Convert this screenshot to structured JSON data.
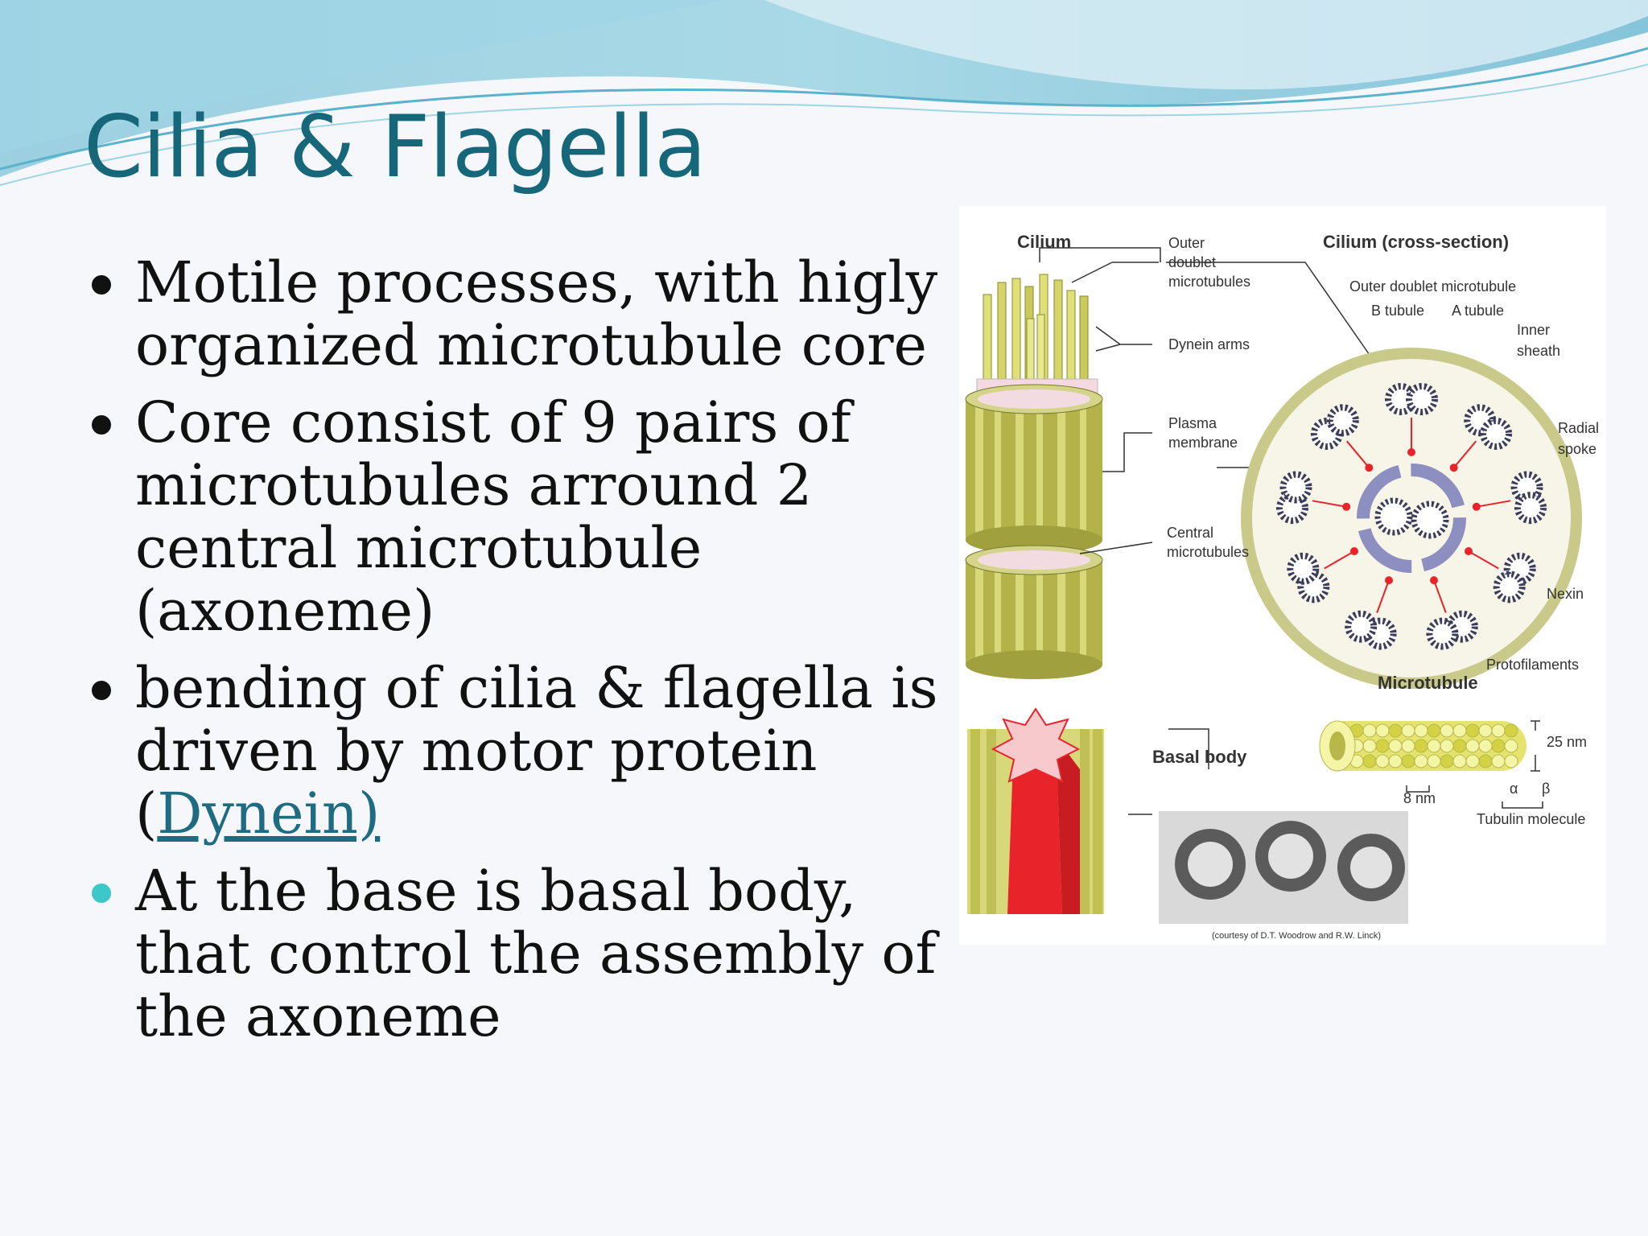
{
  "slide": {
    "title": "Cilia & Flagella",
    "bullets": [
      {
        "text": "Motile processes, with higly organized microtubule core"
      },
      {
        "text": "Core consist of 9 pairs of microtubules arround 2 central microtubule (axoneme)"
      },
      {
        "prefix": "bending of cilia & flagella is driven by motor protein (",
        "link": "Dynein)"
      },
      {
        "text": "At the base is basal body, that control the assembly of the axoneme"
      }
    ]
  },
  "figure": {
    "cilium": "Cilium",
    "outer_doublet": [
      "Outer",
      "doublet",
      "microtubules"
    ],
    "dynein_arms": "Dynein arms",
    "plasma_membrane": [
      "Plasma",
      "membrane"
    ],
    "central_microtubules": [
      "Central",
      "microtubules"
    ],
    "cross_section": "Cilium (cross-section)",
    "outer_doublet_microtubule": "Outer doublet microtubule",
    "b_tubule": "B tubule",
    "a_tubule": "A tubule",
    "inner_sheath": [
      "Inner",
      "sheath"
    ],
    "radial_spoke": [
      "Radial",
      "spoke"
    ],
    "nexin": "Nexin",
    "protofilaments": "Protofilaments",
    "microtubule": "Microtubule",
    "nm25": "25 nm",
    "nm8": "8 nm",
    "alpha": "α",
    "beta": "β",
    "tubulin_molecule": "Tubulin molecule",
    "basal_body": "Basal body",
    "courtesy": "(courtesy of D.T. Woodrow and R.W. Linck)"
  },
  "colors": {
    "title": "#17677a",
    "link": "#1f6b82",
    "teal_bullet": "#3cc8c8",
    "olive": "#b8b84a",
    "red": "#e8242a"
  }
}
